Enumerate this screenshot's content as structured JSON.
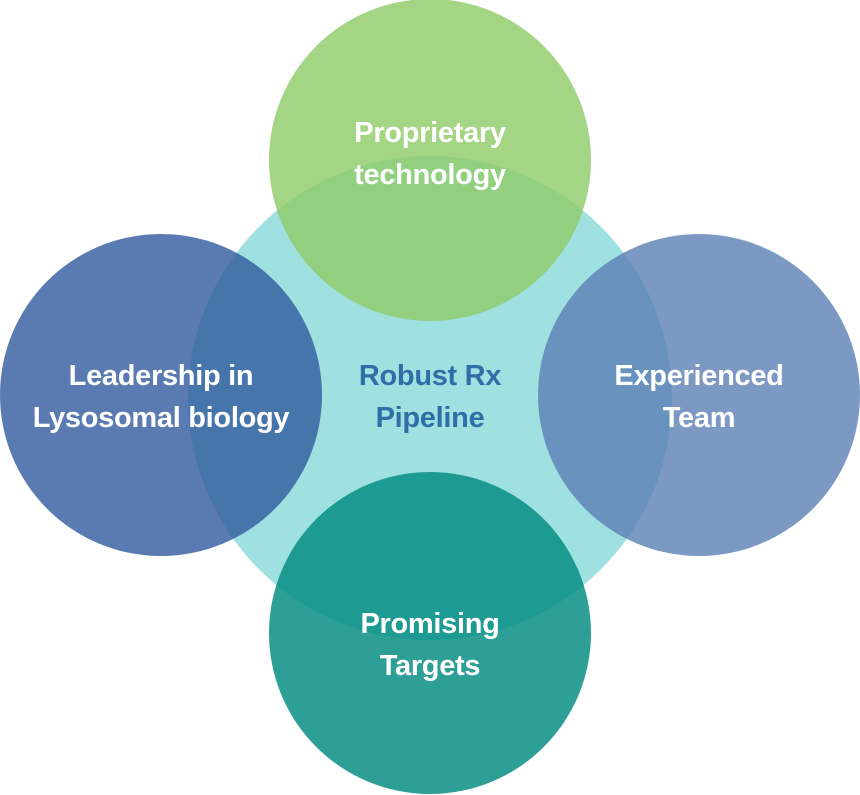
{
  "diagram": {
    "center": {
      "line1": "Robust Rx",
      "line2": "Pipeline",
      "fill": "#9fe0e0"
    },
    "top": {
      "line1": "Proprietary",
      "line2": "technology",
      "fill": "#8fcc6a"
    },
    "left": {
      "line1": "Leadership in",
      "line2": "Lysosomal biology",
      "fill": "#2f5a9e"
    },
    "right": {
      "line1": "Experienced",
      "line2": "Team",
      "fill": "#5b7fb5"
    },
    "bottom": {
      "line1": "Promising",
      "line2": "Targets",
      "fill": "#008a80"
    }
  }
}
